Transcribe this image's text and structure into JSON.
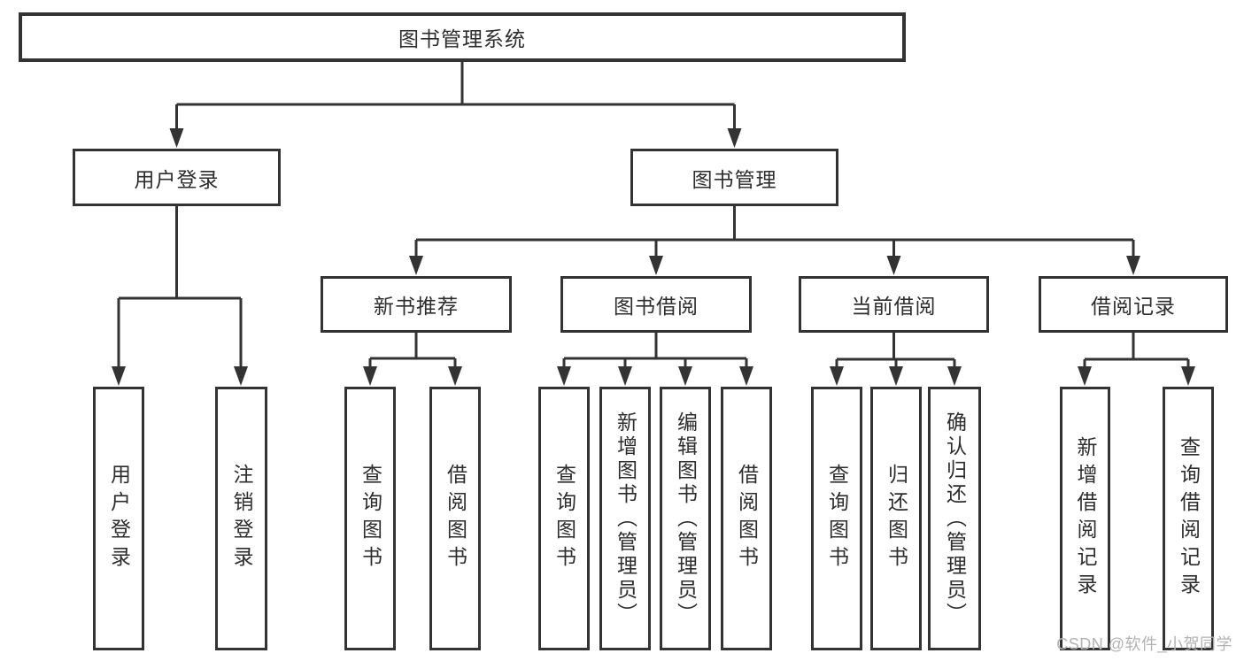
{
  "diagram": {
    "root": {
      "label": "图书管理系统",
      "children": [
        {
          "label": "用户登录",
          "children": [
            {
              "label": "用户登录"
            },
            {
              "label": "注销登录"
            }
          ]
        },
        {
          "label": "图书管理",
          "children": [
            {
              "label": "新书推荐",
              "children": [
                {
                  "label": "查询图书"
                },
                {
                  "label": "借阅图书"
                }
              ]
            },
            {
              "label": "图书借阅",
              "children": [
                {
                  "label": "查询图书"
                },
                {
                  "label": "新增图书（管理员）"
                },
                {
                  "label": "编辑图书（管理员）"
                },
                {
                  "label": "借阅图书"
                }
              ]
            },
            {
              "label": "当前借阅",
              "children": [
                {
                  "label": "查询图书"
                },
                {
                  "label": "归还图书"
                },
                {
                  "label": "确认归还（管理员）"
                }
              ]
            },
            {
              "label": "借阅记录",
              "children": [
                {
                  "label": "新增借阅记录"
                },
                {
                  "label": "查询借阅记录"
                }
              ]
            }
          ]
        }
      ]
    }
  },
  "watermark": {
    "text": "CSDN @软件_小贺同学"
  },
  "colors": {
    "line": "#333333",
    "text": "#2d2d2d",
    "background": "#ffffff",
    "watermark": "#b3b3b3"
  }
}
